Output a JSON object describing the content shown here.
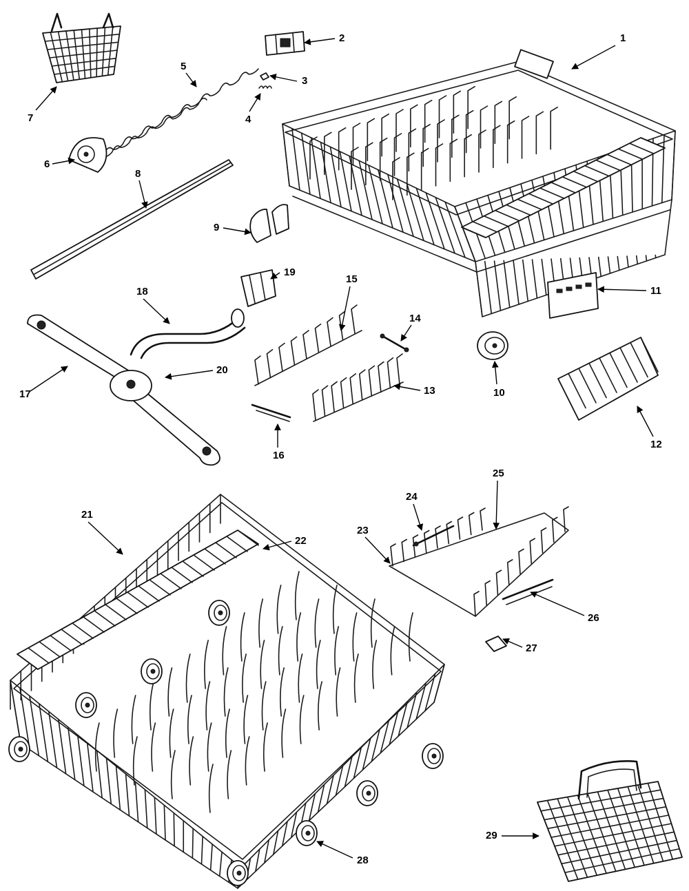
{
  "callouts": [
    {
      "id": "1",
      "label": "1"
    },
    {
      "id": "2",
      "label": "2"
    },
    {
      "id": "3",
      "label": "3"
    },
    {
      "id": "4",
      "label": "4"
    },
    {
      "id": "5",
      "label": "5"
    },
    {
      "id": "6",
      "label": "6"
    },
    {
      "id": "7",
      "label": "7"
    },
    {
      "id": "8",
      "label": "8"
    },
    {
      "id": "9",
      "label": "9"
    },
    {
      "id": "10",
      "label": "10"
    },
    {
      "id": "11",
      "label": "11"
    },
    {
      "id": "12",
      "label": "12"
    },
    {
      "id": "13",
      "label": "13"
    },
    {
      "id": "14",
      "label": "14"
    },
    {
      "id": "15",
      "label": "15"
    },
    {
      "id": "16",
      "label": "16"
    },
    {
      "id": "17",
      "label": "17"
    },
    {
      "id": "18",
      "label": "18"
    },
    {
      "id": "19",
      "label": "19"
    },
    {
      "id": "20",
      "label": "20"
    },
    {
      "id": "21",
      "label": "21"
    },
    {
      "id": "22",
      "label": "22"
    },
    {
      "id": "23",
      "label": "23"
    },
    {
      "id": "24",
      "label": "24"
    },
    {
      "id": "25",
      "label": "25"
    },
    {
      "id": "26",
      "label": "26"
    },
    {
      "id": "27",
      "label": "27"
    },
    {
      "id": "28",
      "label": "28"
    },
    {
      "id": "29",
      "label": "29"
    }
  ],
  "colors": {
    "line": "#1a1a1a",
    "background": "#ffffff"
  }
}
